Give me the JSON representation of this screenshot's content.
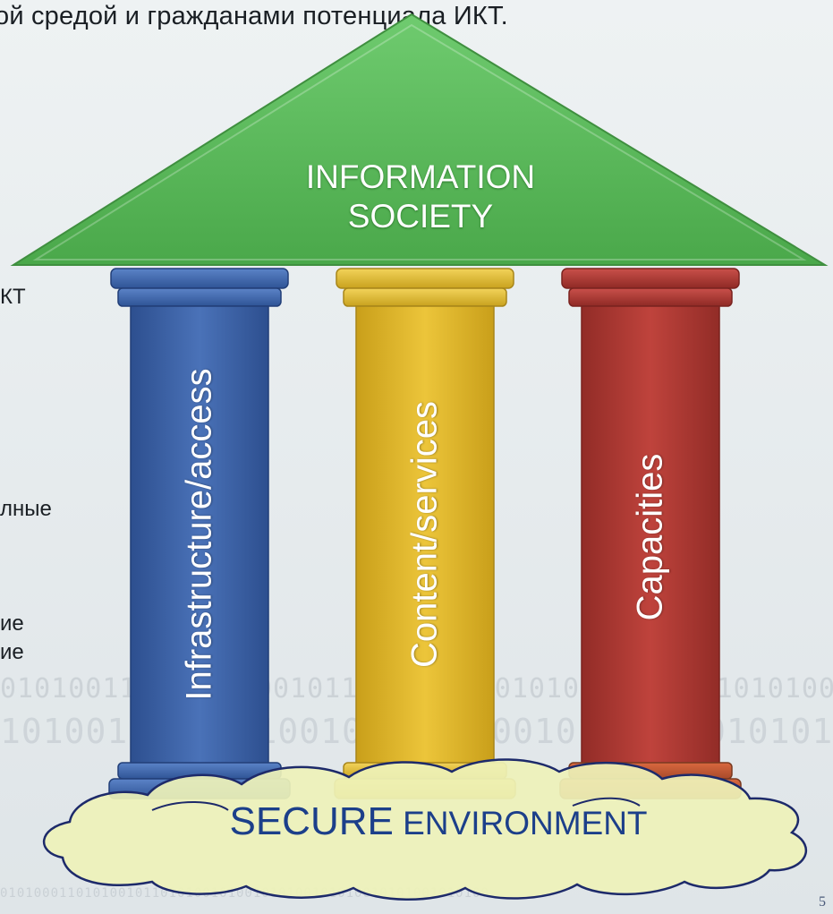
{
  "slide": {
    "top_text": "ой средой и гражданами потенциала ИКТ.",
    "side_fragments": [
      "КТ",
      "лные",
      "ие",
      "ие"
    ],
    "page_number": "5"
  },
  "diagram": {
    "roof": {
      "label_line1": "INFORMATION",
      "label_line2": "SOCIETY",
      "color": "#5cbb5c"
    },
    "pillars": [
      {
        "label": "Infrastructure/access",
        "color": "#3d63a8"
      },
      {
        "label": "Content/services",
        "color": "#e2bb2e"
      },
      {
        "label": "Capacities",
        "color": "#b23a34"
      }
    ],
    "foundation": {
      "label_part1": "SECURE",
      "label_part2": "ENVIRONMENT",
      "color": "#eef2b8"
    }
  },
  "background": {
    "binary_rows": [
      "0101001101010010010110101010001010100101001010100101001011",
      "10100101001010010101101001010101001010100101001010101001010",
      "0101000110101001011010100101001010100101010010101001010100"
    ]
  }
}
